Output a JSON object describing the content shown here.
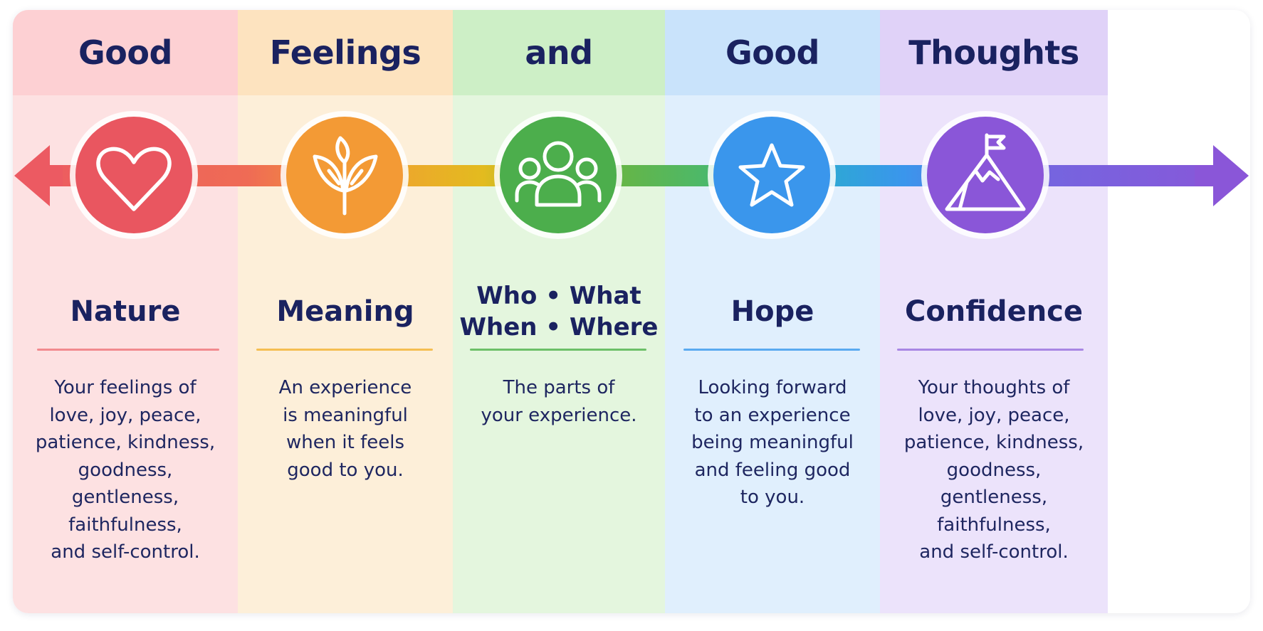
{
  "header_words": [
    "Good",
    "Feelings",
    "and",
    "Good",
    "Thoughts"
  ],
  "columns": [
    {
      "title": "Nature",
      "description": "Your feelings of\nlove, joy, peace,\npatience, kindness,\ngoodness,\ngentleness,\nfaithfulness,\nand self-control.",
      "icon": "heart-icon",
      "accent": "#e95660"
    },
    {
      "title": "Meaning",
      "description": "An experience\nis meaningful\nwhen it feels\ngood to you.",
      "icon": "sprout-icon",
      "accent": "#f39a35"
    },
    {
      "title": "Who • What\nWhen • Where",
      "description": "The parts of\nyour experience.",
      "icon": "people-group-icon",
      "accent": "#4cae4c"
    },
    {
      "title": "Hope",
      "description": "Looking forward\nto an experience\nbeing meaningful\nand feeling good\nto you.",
      "icon": "star-icon",
      "accent": "#3a96ec"
    },
    {
      "title": "Confidence",
      "description": "Your thoughts of\nlove, joy, peace,\npatience, kindness,\ngoodness,\ngentleness,\nfaithfulness,\nand self-control.",
      "icon": "mountain-flag-icon",
      "accent": "#8a56d8"
    }
  ],
  "colors": {
    "text": "#1a2260",
    "arrow_left": "#ec5a62",
    "arrow_right": "#8a56d8"
  }
}
